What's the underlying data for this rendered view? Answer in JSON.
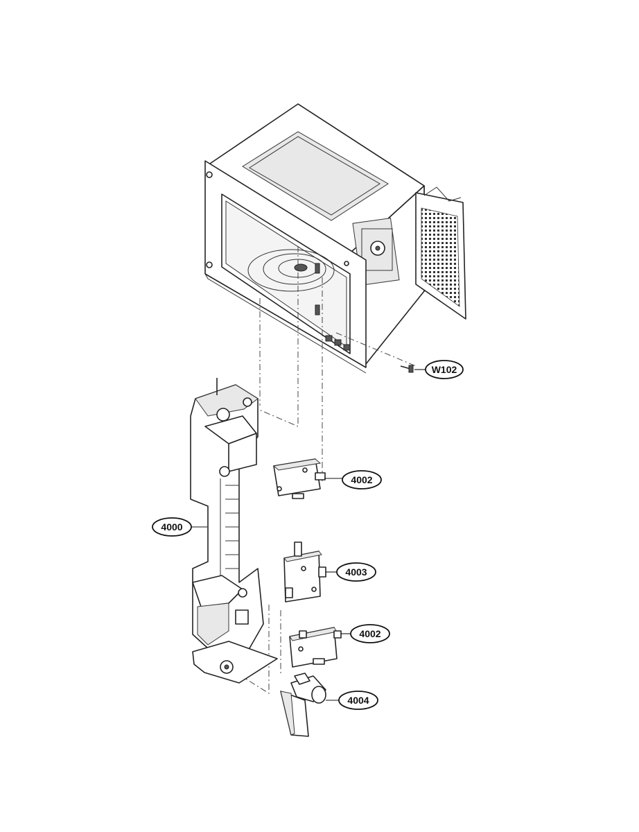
{
  "callouts": {
    "w102": "W102",
    "c4002a": "4002",
    "c4000": "4000",
    "c4003": "4003",
    "c4002b": "4002",
    "c4004": "4004"
  }
}
